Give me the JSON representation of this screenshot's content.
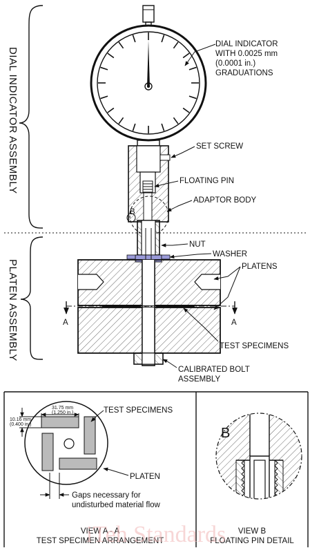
{
  "sections": {
    "upper_assembly": "DIAL INDICATOR ASSEMBLY",
    "lower_assembly": "PLATEN ASSEMBLY"
  },
  "callouts": {
    "dial_indicator": [
      "DIAL INDICATOR",
      "WITH 0.0025 mm",
      "(0.0001 in.)",
      "GRADUATIONS"
    ],
    "set_screw": "SET SCREW",
    "floating_pin": "FLOATING PIN",
    "adaptor_body": "ADAPTOR BODY",
    "detail_marker": "B",
    "nut": "NUT",
    "washer": "WASHER",
    "platens": "PLATENS",
    "section_left": "A",
    "section_right": "A",
    "test_specimens": "TEST SPECIMENS",
    "calibrated_bolt": [
      "CALIBRATED BOLT",
      "ASSEMBLY"
    ]
  },
  "view_a": {
    "dim_top": [
      "31.75 mm",
      "(1.250 in.)"
    ],
    "dim_left": [
      "10.16 mm",
      "(0.400 in.)"
    ],
    "label_specimens": "TEST SPECIMENS",
    "label_platen": "PLATEN",
    "label_gaps": [
      "Gaps necessary for",
      "undisturbed material flow"
    ],
    "caption": [
      "VIEW A - A",
      "TEST SPECIMEN ARRANGEMENT"
    ]
  },
  "view_b": {
    "marker": "B",
    "caption": [
      "VIEW B",
      "FLOATING PIN DETAIL"
    ]
  },
  "watermark": "iTeh Standards",
  "colors": {
    "washer": "#9a9ad8",
    "hatch": "#333333",
    "watermark": "#f1b6b6"
  }
}
